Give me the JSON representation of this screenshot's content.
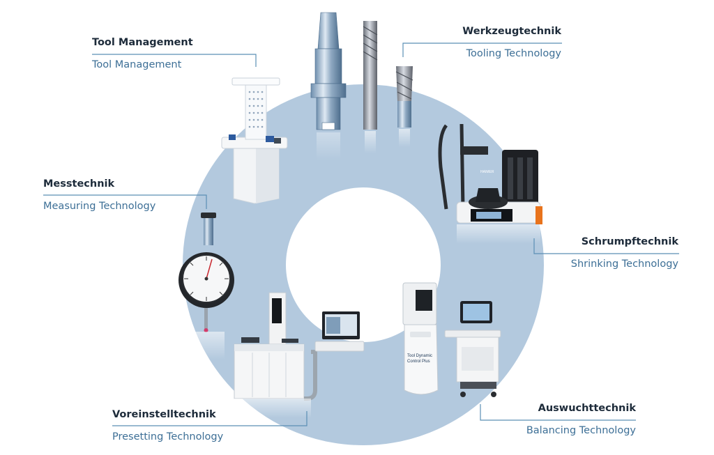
{
  "colors": {
    "ring": "#b3c9de",
    "leader": "#5b8fb5",
    "title": "#1d2b3a",
    "subtitle": "#3d6f96"
  },
  "segments": [
    {
      "id": "tool-management",
      "title": "Tool Management",
      "subtitle": "Tool Management",
      "product": "tool-cabinet"
    },
    {
      "id": "werkzeugtechnik",
      "title": "Werkzeugtechnik",
      "subtitle": "Tooling Technology",
      "product": "tool-holders-and-cutters"
    },
    {
      "id": "schrumpftechnik",
      "title": "Schrumpftechnik",
      "subtitle": "Shrinking Technology",
      "product": "shrink-fit-machine"
    },
    {
      "id": "auswuchttechnik",
      "title": "Auswuchttechnik",
      "subtitle": "Balancing Technology",
      "product": "balancing-machine"
    },
    {
      "id": "voreinstelltechnik",
      "title": "Voreinstelltechnik",
      "subtitle": "Presetting Technology",
      "product": "presetting-machine"
    },
    {
      "id": "messtechnik",
      "title": "Messtechnik",
      "subtitle": "Measuring Technology",
      "product": "dial-gauge"
    }
  ],
  "product_text": {
    "balancer_label": "Tool Dynamic\nControl Plus",
    "brand": "HAIMER"
  }
}
